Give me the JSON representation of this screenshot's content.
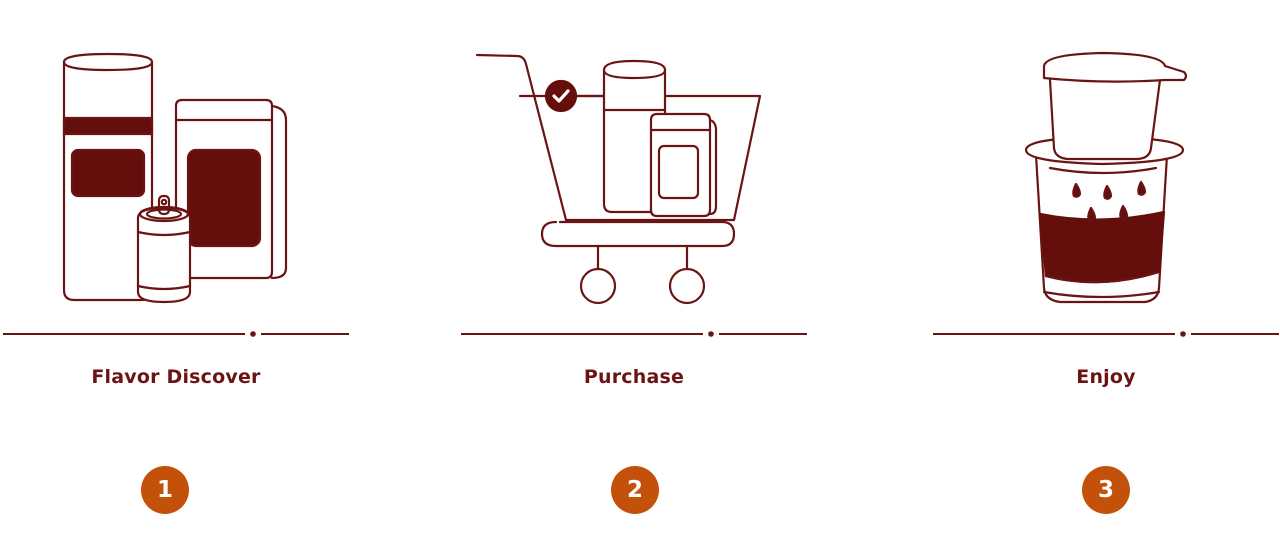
{
  "colors": {
    "outline": "#6b1414",
    "fill": "#650f0c",
    "badge": "#c4510a",
    "badge_text": "#ffffff"
  },
  "steps": [
    {
      "title": "Flavor Discover",
      "number": "1",
      "icon": "coffee-products-icon"
    },
    {
      "title": "Purchase",
      "number": "2",
      "icon": "shopping-cart-icon"
    },
    {
      "title": "Enjoy",
      "number": "3",
      "icon": "coffee-drip-filter-icon"
    }
  ]
}
